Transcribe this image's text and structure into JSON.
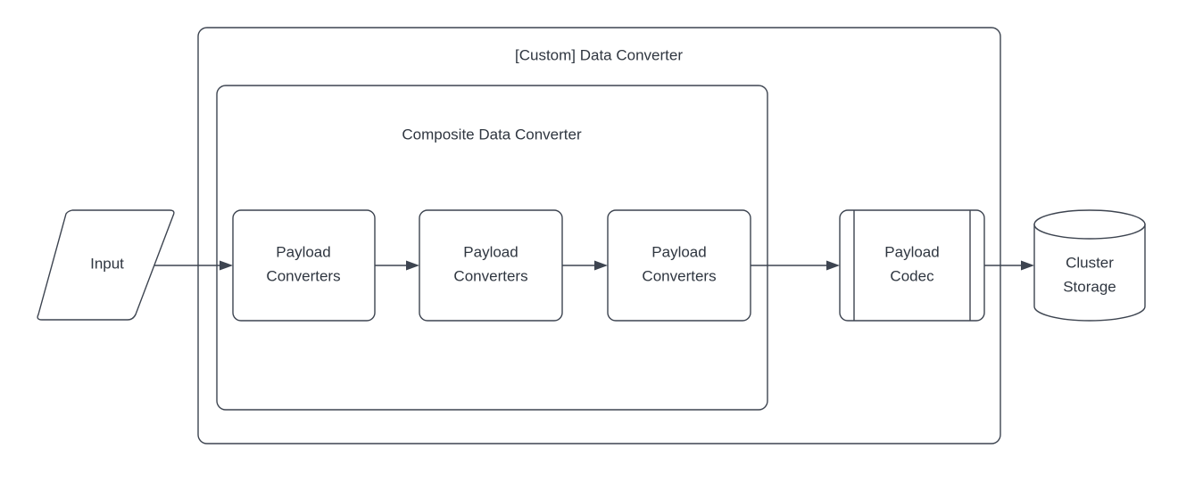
{
  "diagram": {
    "title": "[Custom] Data Converter",
    "type": "flowchart",
    "background_color": "#ffffff",
    "stroke_color": "#3d4450",
    "text_color": "#2f3640",
    "containers": [
      {
        "id": "custom-data-converter",
        "label": "[Custom] Data Converter",
        "shape": "rounded-rectangle"
      },
      {
        "id": "composite-data-converter",
        "label": "Composite Data Converter",
        "shape": "rounded-rectangle"
      }
    ],
    "nodes": [
      {
        "id": "input",
        "label": "Input",
        "shape": "parallelogram"
      },
      {
        "id": "payload-converters-1",
        "label_line1": "Payload",
        "label_line2": "Converters",
        "shape": "rounded-rectangle"
      },
      {
        "id": "payload-converters-2",
        "label_line1": "Payload",
        "label_line2": "Converters",
        "shape": "rounded-rectangle"
      },
      {
        "id": "payload-converters-3",
        "label_line1": "Payload",
        "label_line2": "Converters",
        "shape": "rounded-rectangle"
      },
      {
        "id": "payload-codec",
        "label_line1": "Payload",
        "label_line2": "Codec",
        "shape": "process"
      },
      {
        "id": "cluster-storage",
        "label_line1": "Cluster",
        "label_line2": "Storage",
        "shape": "cylinder"
      }
    ],
    "edges": [
      {
        "from": "input",
        "to": "payload-converters-1",
        "style": "solid-arrow"
      },
      {
        "from": "payload-converters-1",
        "to": "payload-converters-2",
        "style": "solid-arrow"
      },
      {
        "from": "payload-converters-2",
        "to": "payload-converters-3",
        "style": "solid-arrow"
      },
      {
        "from": "payload-converters-3",
        "to": "payload-codec",
        "style": "solid-arrow"
      },
      {
        "from": "payload-codec",
        "to": "cluster-storage",
        "style": "solid-arrow"
      }
    ]
  }
}
